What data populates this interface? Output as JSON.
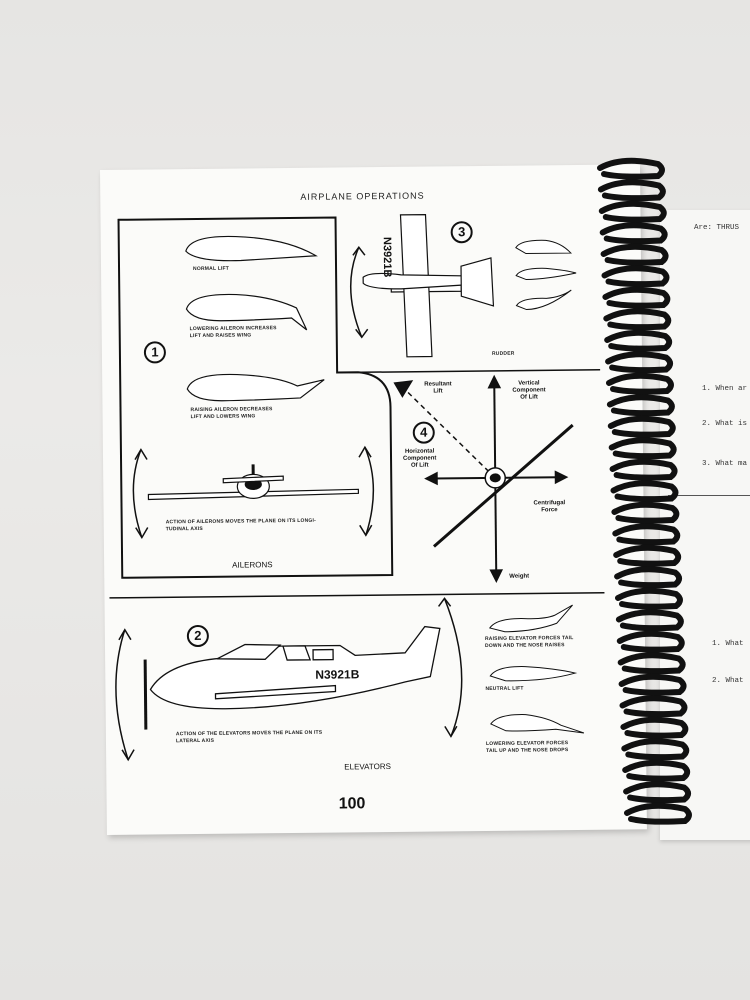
{
  "page_title": "AIRPLANE OPERATIONS",
  "page_number": "100",
  "ailerons": {
    "section_number": "1",
    "normal_lift": "NORMAL LIFT",
    "lowering_caption_1": "LOWERING AILERON INCREASES",
    "lowering_caption_2": "LIFT AND RAISES WING",
    "raising_caption_1": "RAISING AILERON DECREASES",
    "raising_caption_2": "LIFT AND LOWERS WING",
    "action_caption_1": "ACTION OF AILERONS MOVES THE PLANE ON ITS LONGI-",
    "action_caption_2": "TUDINAL AXIS",
    "label": "AILERONS"
  },
  "rudder": {
    "section_number": "3",
    "tail_number": "N3921B",
    "label": "RUDDER"
  },
  "forces": {
    "section_number": "4",
    "resultant_1": "Resultant",
    "resultant_2": "Lift",
    "vertical_1": "Vertical",
    "vertical_2": "Component",
    "vertical_3": "Of Lift",
    "horizontal_1": "Horizontal",
    "horizontal_2": "Component",
    "horizontal_3": "Of Lift",
    "centrifugal_1": "Centrifugal",
    "centrifugal_2": "Force",
    "weight": "Weight"
  },
  "elevators": {
    "section_number": "2",
    "tail_number": "N3921B",
    "raising_caption_1": "RAISING ELEVATOR FORCES TAIL",
    "raising_caption_2": "DOWN AND THE NOSE RAISES",
    "neutral": "NEUTRAL LIFT",
    "lowering_caption_1": "LOWERING ELEVATOR FORCES",
    "lowering_caption_2": "TAIL UP AND THE NOSE DROPS",
    "action_caption_1": "ACTION OF THE ELEVATORS MOVES THE PLANE ON ITS",
    "action_caption_2": "LATERAL AXIS",
    "label": "ELEVATORS"
  },
  "right_page": {
    "header": "Are: THRUS",
    "q1": "1. When ar",
    "q2": "2. What is",
    "q3": "3. What ma",
    "q4": "1. What",
    "q5": "2. What"
  }
}
